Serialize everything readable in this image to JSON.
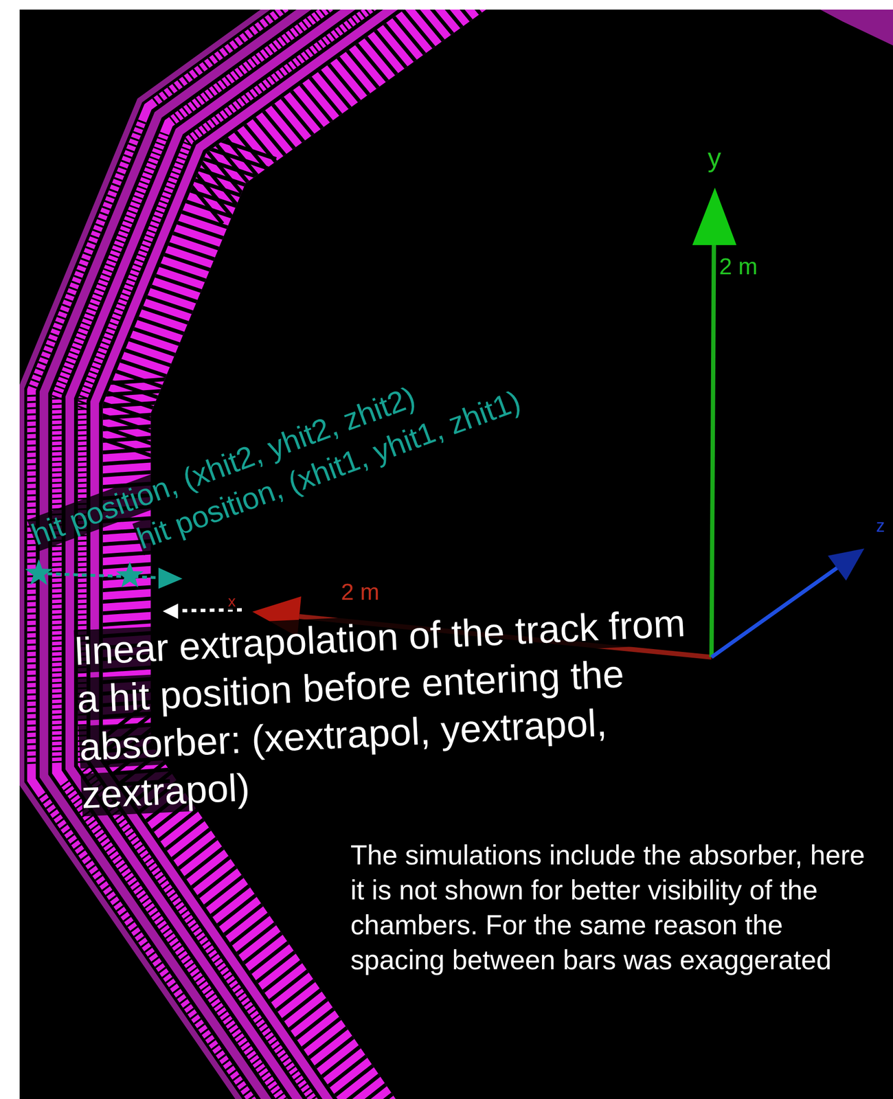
{
  "diagram": {
    "labels": [
      "y",
      "2 m",
      "x",
      "2 m",
      "z",
      "hit position, (xhit2, yhit2, zhit2)",
      "hit position, (xhit1, yhit1, zhit1)",
      "linear extrapolation of the track from a hit position before entering the absorber: (xextrapol, yextrapol, zextrapol)",
      "The simulations include the absorber, here it is not shown for better visibility of the chambers. For the same reason the spacing between bars was exaggerated"
    ]
  }
}
